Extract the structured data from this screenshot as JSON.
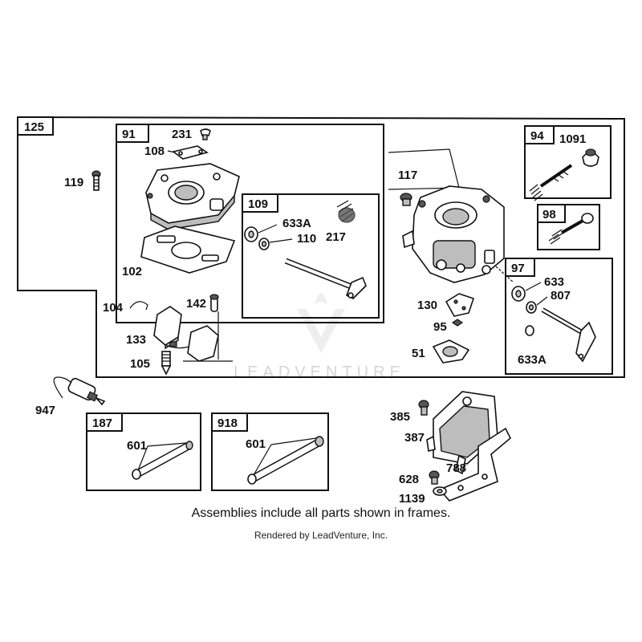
{
  "frames": {
    "f125": "125",
    "f91": "91",
    "f109": "109",
    "f94": "94",
    "f98": "98",
    "f97": "97",
    "f187": "187",
    "f918": "918"
  },
  "parts": {
    "p231": "231",
    "p108": "108",
    "p119": "119",
    "p633a_left": "633A",
    "p110": "110",
    "p217": "217",
    "p102": "102",
    "p104": "104",
    "p142": "142",
    "p133": "133",
    "p105": "105",
    "p117": "117",
    "p1091": "1091",
    "p633": "633",
    "p807": "807",
    "p130": "130",
    "p95": "95",
    "p51": "51",
    "p633a_right": "633A",
    "p947": "947",
    "p601_a": "601",
    "p601_b": "601",
    "p385": "385",
    "p387": "387",
    "p788": "788",
    "p628": "628",
    "p1139": "1139"
  },
  "watermark": "LEADVENTURE",
  "captions": {
    "main": "Assemblies include all parts shown in frames.",
    "credit": "Rendered by LeadVenture, Inc."
  }
}
